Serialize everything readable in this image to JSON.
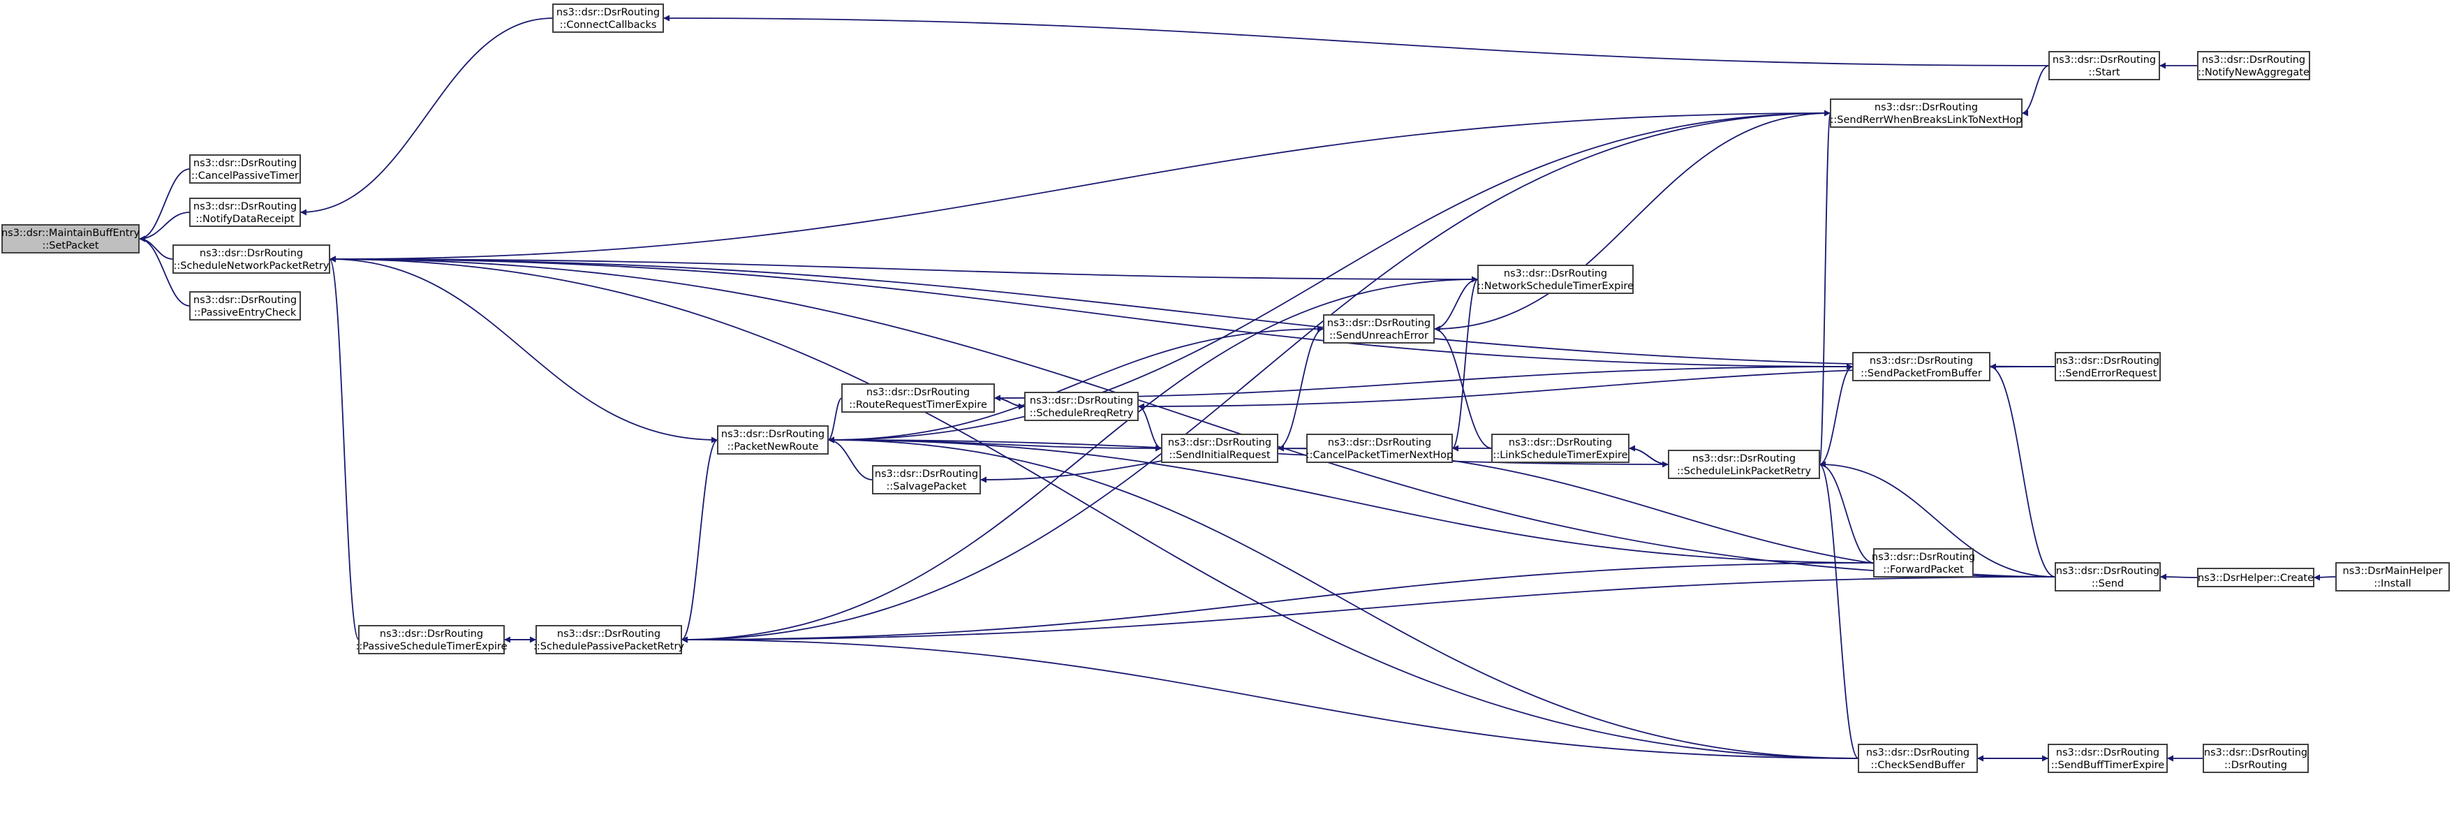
{
  "colors": {
    "edge": "#191970",
    "node_border": "#404040",
    "root_fill": "#bfbfbf",
    "node_fill": "#ffffff"
  },
  "nodes": [
    {
      "id": "setpacket",
      "lines": [
        "ns3::dsr::MaintainBuffEntry",
        "::SetPacket"
      ],
      "root": true
    },
    {
      "id": "cancelpassive",
      "lines": [
        "ns3::dsr::DsrRouting",
        "::CancelPassiveTimer"
      ]
    },
    {
      "id": "notifydata",
      "lines": [
        "ns3::dsr::DsrRouting",
        "::NotifyDataReceipt"
      ]
    },
    {
      "id": "schednet",
      "lines": [
        "ns3::dsr::DsrRouting",
        "::ScheduleNetworkPacketRetry"
      ]
    },
    {
      "id": "passiveentry",
      "lines": [
        "ns3::dsr::DsrRouting",
        "::PassiveEntryCheck"
      ]
    },
    {
      "id": "connect",
      "lines": [
        "ns3::dsr::DsrRouting",
        "::ConnectCallbacks"
      ]
    },
    {
      "id": "start",
      "lines": [
        "ns3::dsr::DsrRouting",
        "::Start"
      ]
    },
    {
      "id": "notifynew",
      "lines": [
        "ns3::dsr::DsrRouting",
        "::NotifyNewAggregate"
      ]
    },
    {
      "id": "senderr",
      "lines": [
        "ns3::dsr::DsrRouting",
        "::SendRerrWhenBreaksLinkToNextHop"
      ]
    },
    {
      "id": "netsched",
      "lines": [
        "ns3::dsr::DsrRouting",
        "::NetworkScheduleTimerExpire"
      ]
    },
    {
      "id": "unreach",
      "lines": [
        "ns3::dsr::DsrRouting",
        "::SendUnreachError"
      ]
    },
    {
      "id": "fromnuffer",
      "lines": [
        "ns3::dsr::DsrRouting",
        "::SendPacketFromBuffer"
      ]
    },
    {
      "id": "errreq",
      "lines": [
        "ns3::dsr::DsrRouting",
        "::SendErrorRequest"
      ]
    },
    {
      "id": "rreqtimer",
      "lines": [
        "ns3::dsr::DsrRouting",
        "::RouteRequestTimerExpire"
      ]
    },
    {
      "id": "schedreq",
      "lines": [
        "ns3::dsr::DsrRouting",
        "::ScheduleRreqRetry"
      ]
    },
    {
      "id": "newroute",
      "lines": [
        "ns3::dsr::DsrRouting",
        "::PacketNewRoute"
      ]
    },
    {
      "id": "initreq",
      "lines": [
        "ns3::dsr::DsrRouting",
        "::SendInitialRequest"
      ]
    },
    {
      "id": "salvage",
      "lines": [
        "ns3::dsr::DsrRouting",
        "::SalvagePacket"
      ]
    },
    {
      "id": "cancelnext",
      "lines": [
        "ns3::dsr::DsrRouting",
        "::CancelPacketTimerNextHop"
      ]
    },
    {
      "id": "linksched",
      "lines": [
        "ns3::dsr::DsrRouting",
        "::LinkScheduleTimerExpire"
      ]
    },
    {
      "id": "schedlink",
      "lines": [
        "ns3::dsr::DsrRouting",
        "::ScheduleLinkPacketRetry"
      ]
    },
    {
      "id": "forward",
      "lines": [
        "ns3::dsr::DsrRouting",
        "::ForwardPacket"
      ]
    },
    {
      "id": "send",
      "lines": [
        "ns3::dsr::DsrRouting",
        "::Send"
      ]
    },
    {
      "id": "helpercreate",
      "lines": [
        "ns3::DsrHelper::Create"
      ]
    },
    {
      "id": "install",
      "lines": [
        "ns3::DsrMainHelper",
        "::Install"
      ]
    },
    {
      "id": "passivesched",
      "lines": [
        "ns3::dsr::DsrRouting",
        "::PassiveScheduleTimerExpire"
      ]
    },
    {
      "id": "schedpassive",
      "lines": [
        "ns3::dsr::DsrRouting",
        "::SchedulePassivePacketRetry"
      ]
    },
    {
      "id": "checkbuf",
      "lines": [
        "ns3::dsr::DsrRouting",
        "::CheckSendBuffer"
      ]
    },
    {
      "id": "bufftimer",
      "lines": [
        "ns3::dsr::DsrRouting",
        "::SendBuffTimerExpire"
      ]
    },
    {
      "id": "ctor",
      "lines": [
        "ns3::dsr::DsrRouting",
        "::DsrRouting"
      ]
    }
  ],
  "edges": [
    [
      "cancelpassive",
      "setpacket"
    ],
    [
      "notifydata",
      "setpacket"
    ],
    [
      "schednet",
      "setpacket"
    ],
    [
      "passiveentry",
      "setpacket"
    ],
    [
      "connect",
      "notifydata"
    ],
    [
      "start",
      "connect"
    ],
    [
      "notifynew",
      "start"
    ],
    [
      "senderr",
      "schednet"
    ],
    [
      "netsched",
      "schednet"
    ],
    [
      "fromnuffer",
      "schednet"
    ],
    [
      "errreq",
      "schednet"
    ],
    [
      "newroute",
      "schednet"
    ],
    [
      "passivesched",
      "schednet"
    ],
    [
      "send",
      "schednet"
    ],
    [
      "checkbuf",
      "schednet"
    ],
    [
      "unreach",
      "newroute"
    ],
    [
      "rreqtimer",
      "newroute"
    ],
    [
      "schedreq",
      "rreqtimer"
    ],
    [
      "rreqtimer",
      "schedreq"
    ],
    [
      "initreq",
      "newroute"
    ],
    [
      "salvage",
      "newroute"
    ],
    [
      "schedlink",
      "newroute"
    ],
    [
      "forward",
      "newroute"
    ],
    [
      "checkbuf",
      "newroute"
    ],
    [
      "schedpassive",
      "newroute"
    ],
    [
      "senderr",
      "newroute"
    ],
    [
      "netsched",
      "unreach"
    ],
    [
      "senderr",
      "unreach"
    ],
    [
      "linksched",
      "unreach"
    ],
    [
      "initreq",
      "unreach"
    ],
    [
      "schedreq",
      "initreq"
    ],
    [
      "errreq",
      "schedreq"
    ],
    [
      "fromnuffer",
      "rreqtimer"
    ],
    [
      "cancelnext",
      "salvage"
    ],
    [
      "linksched",
      "cancelnext"
    ],
    [
      "cancelnext",
      "netsched"
    ],
    [
      "schedlink",
      "linksched"
    ],
    [
      "linksched",
      "schedlink"
    ],
    [
      "schedlink",
      "senderr"
    ],
    [
      "schedlink",
      "fromnuffer"
    ],
    [
      "send",
      "schedlink"
    ],
    [
      "forward",
      "schedlink"
    ],
    [
      "checkbuf",
      "schedlink"
    ],
    [
      "errreq",
      "fromnuffer"
    ],
    [
      "send",
      "fromnuffer"
    ],
    [
      "send",
      "initreq"
    ],
    [
      "start",
      "senderr"
    ],
    [
      "helpercreate",
      "send"
    ],
    [
      "install",
      "helpercreate"
    ],
    [
      "schedpassive",
      "passivesched"
    ],
    [
      "passivesched",
      "schedpassive"
    ],
    [
      "forward",
      "schedpassive"
    ],
    [
      "send",
      "schedpassive"
    ],
    [
      "checkbuf",
      "schedpassive"
    ],
    [
      "senderr",
      "schedpassive"
    ],
    [
      "netsched",
      "schedpassive"
    ],
    [
      "bufftimer",
      "checkbuf"
    ],
    [
      "checkbuf",
      "bufftimer"
    ],
    [
      "ctor",
      "bufftimer"
    ]
  ]
}
